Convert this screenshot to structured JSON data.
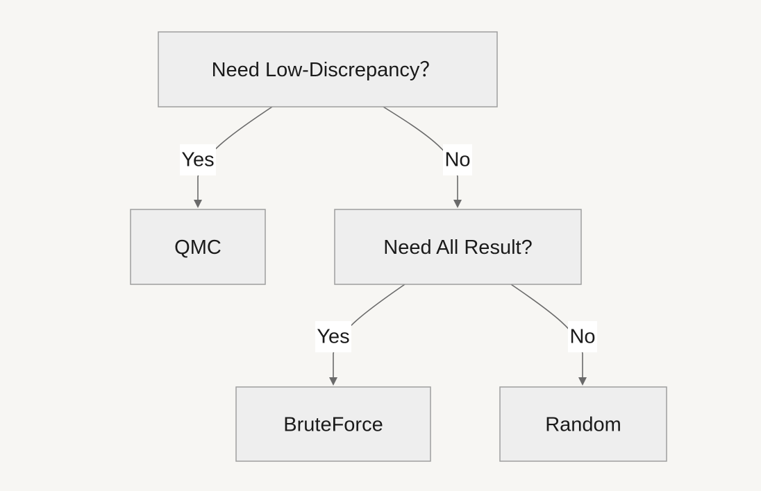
{
  "nodes": {
    "root": {
      "label": "Need Low-Discrepancy？"
    },
    "qmc": {
      "label": "QMC"
    },
    "all_result": {
      "label": "Need All Result?"
    },
    "bruteforce": {
      "label": "BruteForce"
    },
    "random": {
      "label": "Random"
    }
  },
  "edges": {
    "root_qmc": {
      "label": "Yes"
    },
    "root_all_result": {
      "label": "No"
    },
    "all_result_bruteforce": {
      "label": "Yes"
    },
    "all_result_random": {
      "label": "No"
    }
  },
  "colors": {
    "background": "#f7f6f3",
    "node_fill": "#eeeeee",
    "node_border": "#9e9e9e",
    "edge": "#6a6a6a",
    "label_background": "#ffffff"
  }
}
